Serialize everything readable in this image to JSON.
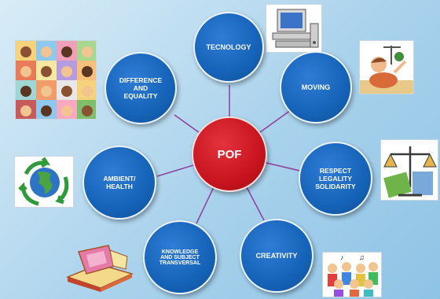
{
  "center": {
    "label": "POF",
    "color": "#c8141f"
  },
  "nodes": [
    {
      "id": "tecnology",
      "label": "TECNOLOGY"
    },
    {
      "id": "moving",
      "label": "MOVING"
    },
    {
      "id": "respect",
      "label": "RESPECT\nLEGALITY\nSOLIDARITY"
    },
    {
      "id": "creativity",
      "label": "CREATIVITY"
    },
    {
      "id": "knowledge",
      "label": "KNOWLEDGE\nAND SUBJECT\nTRANSVERSAL"
    },
    {
      "id": "ambient",
      "label": "AMBIENT/\nHEALTH"
    },
    {
      "id": "difference",
      "label": "DIFFERENCE\nAND\nEQUALITY"
    }
  ],
  "colors": {
    "node": "#1563b8",
    "center": "#c8141f",
    "link": "#8e3f9a"
  },
  "icons": [
    "computer-icon",
    "children-playing-icon",
    "scales-of-justice-icon",
    "children-singing-icon",
    "books-icon",
    "recycling-globe-icon",
    "diverse-faces-icon"
  ]
}
